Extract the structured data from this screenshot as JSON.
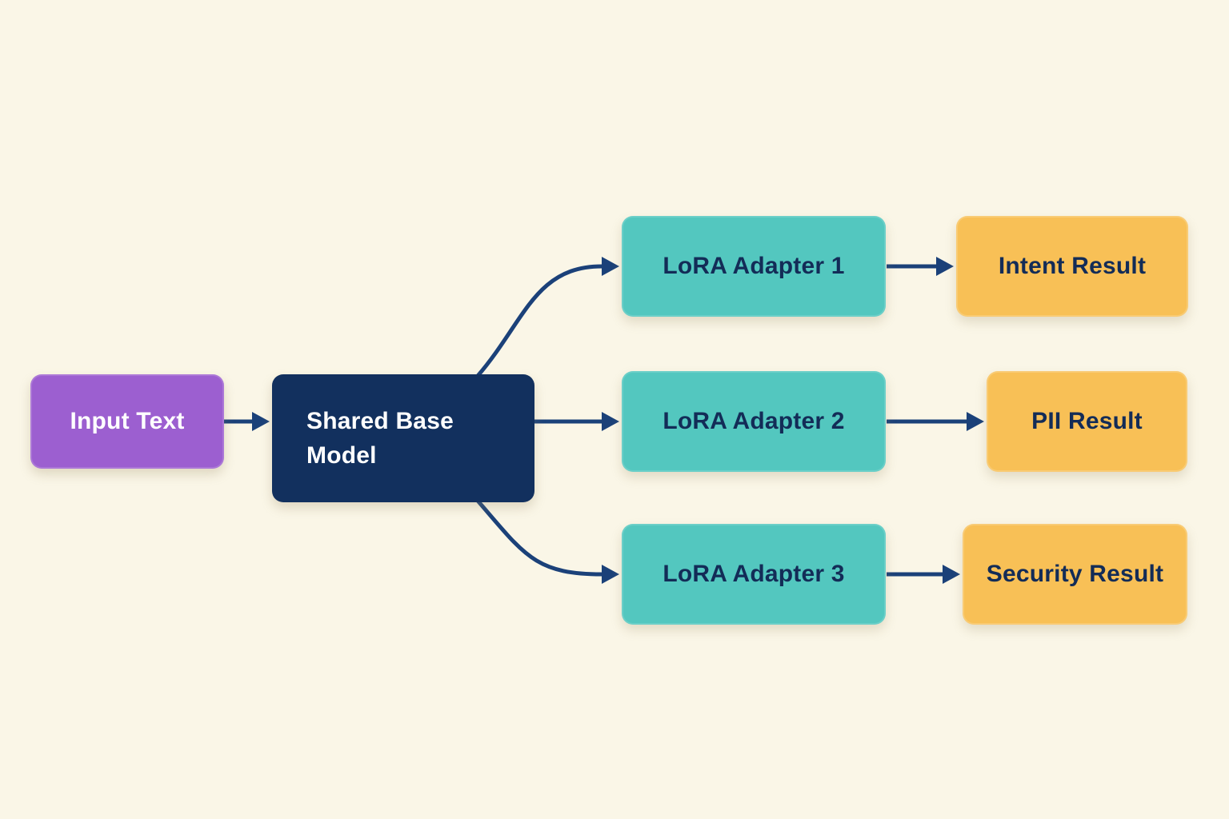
{
  "colors": {
    "background": "#FAF6E7",
    "arrow": "#1B4179",
    "node_input_fill": "#9C5FD0",
    "node_base_fill": "#12305E",
    "node_adapter_fill": "#53C7BF",
    "node_result_fill": "#F8C056",
    "light_text": "#FFFFFF",
    "dark_text": "#132C57"
  },
  "nodes": {
    "input": {
      "label": "Input Text"
    },
    "base": {
      "label": "Shared Base Model"
    },
    "adapter1": {
      "label": "LoRA Adapter 1"
    },
    "adapter2": {
      "label": "LoRA Adapter 2"
    },
    "adapter3": {
      "label": "LoRA Adapter 3"
    },
    "intent": {
      "label": "Intent Result"
    },
    "pii": {
      "label": "PII Result"
    },
    "security": {
      "label": "Security Result"
    }
  },
  "edges": [
    {
      "from": "Input Text",
      "to": "Shared Base Model"
    },
    {
      "from": "Shared Base Model",
      "to": "LoRA Adapter 1"
    },
    {
      "from": "Shared Base Model",
      "to": "LoRA Adapter 2"
    },
    {
      "from": "Shared Base Model",
      "to": "LoRA Adapter 3"
    },
    {
      "from": "LoRA Adapter 1",
      "to": "Intent Result"
    },
    {
      "from": "LoRA Adapter 2",
      "to": "PII Result"
    },
    {
      "from": "LoRA Adapter 3",
      "to": "Security Result"
    }
  ]
}
